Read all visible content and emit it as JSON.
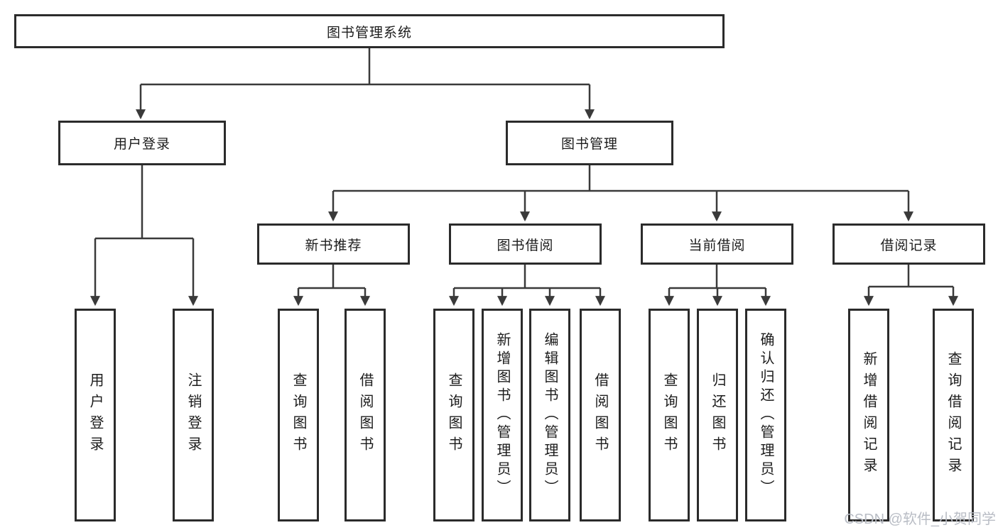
{
  "tree": {
    "label": "图书管理系统",
    "children": [
      {
        "label": "用户登录",
        "children": [
          {
            "label": "用户登录"
          },
          {
            "label": "注销登录"
          }
        ]
      },
      {
        "label": "图书管理",
        "children": [
          {
            "label": "新书推荐",
            "children": [
              {
                "label": "查询图书"
              },
              {
                "label": "借阅图书"
              }
            ]
          },
          {
            "label": "图书借阅",
            "children": [
              {
                "label": "查询图书"
              },
              {
                "label": "新增图书（管理员）"
              },
              {
                "label": "编辑图书（管理员）"
              },
              {
                "label": "借阅图书"
              }
            ]
          },
          {
            "label": "当前借阅",
            "children": [
              {
                "label": "查询图书"
              },
              {
                "label": "归还图书"
              },
              {
                "label": "确认归还（管理员）"
              }
            ]
          },
          {
            "label": "借阅记录",
            "children": [
              {
                "label": "新增借阅记录"
              },
              {
                "label": "查询借阅记录"
              }
            ]
          }
        ]
      }
    ]
  },
  "watermark": {
    "text": "CSDN @软件_小贺同学"
  },
  "colors": {
    "line": "#3a3a3a",
    "border": "#2b2b2b",
    "text": "#1c1c1c",
    "watermark": "#b9bdc5"
  }
}
